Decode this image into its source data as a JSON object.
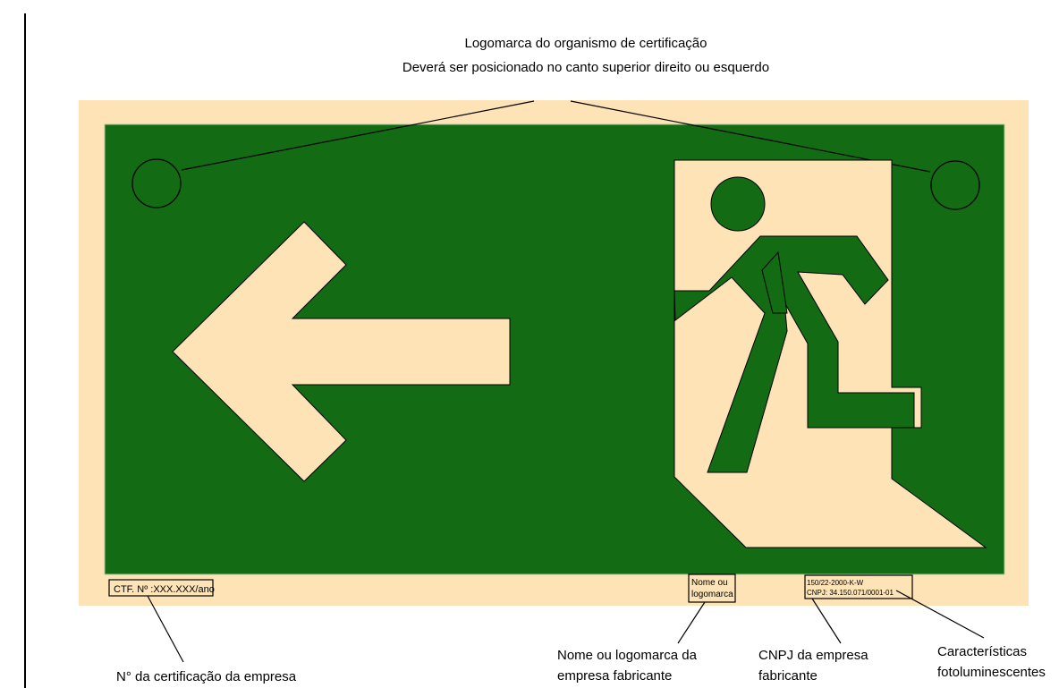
{
  "colors": {
    "sign_green": "#136b13",
    "sign_cream": "#fde3b5",
    "line": "#000000",
    "text": "#000000"
  },
  "header": {
    "line1": "Logomarca do organismo de certificação",
    "line2": "Deverá ser posicionado no canto superior direito ou esquerdo"
  },
  "sign": {
    "certificate_box": "CTF. Nº :XXX.XXX/ano",
    "manufacturer_box": {
      "line1": "Nome ou",
      "line2": "logomarca"
    },
    "specs_box": {
      "line1": "150/22-2000-K-W",
      "line2": "CNPJ: 34.150.071/0001-01"
    },
    "arrow_icon": "arrow-left-icon",
    "figure_icon": "running-man-exit-icon"
  },
  "callouts": {
    "certification": "N° da certificação da empresa",
    "manufacturer": {
      "line1": "Nome ou logomarca da",
      "line2": "empresa fabricante"
    },
    "cnpj": {
      "line1": "CNPJ da empresa",
      "line2": "fabricante"
    },
    "characteristics": {
      "line1": "Características",
      "line2": "fotoluminescentes"
    }
  }
}
